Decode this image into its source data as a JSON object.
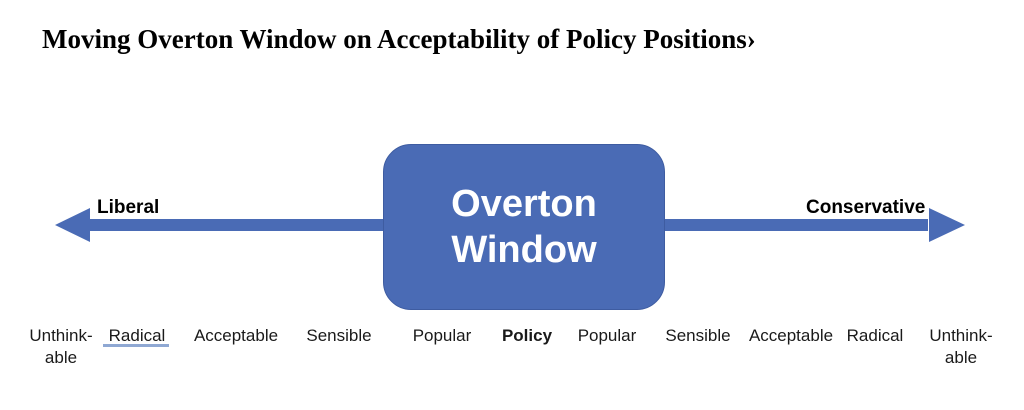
{
  "title": "Moving Overton Window on Acceptability of Policy Positions›",
  "colors": {
    "arrow": "#4a6bb5",
    "box_fill": "#4a6bb5",
    "box_border": "#3e5ca1",
    "box_text": "#ffffff",
    "label_text": "#1a1a1a",
    "underline_accent": "#8fa8d3",
    "background": "#ffffff"
  },
  "box": {
    "line1": "Overton",
    "line2": "Window"
  },
  "directions": {
    "left_label": "Liberal",
    "right_label": "Conservative"
  },
  "icons": {
    "left_arrowhead": "arrow-left-icon",
    "right_arrowhead": "arrow-right-icon"
  },
  "chart_data": {
    "type": "diagram",
    "title": "Moving Overton Window on Acceptability of Policy Positions›",
    "axis_label_left": "Liberal",
    "axis_label_right": "Conservative",
    "center_label": "Overton Window",
    "categories": [
      "Unthink-able",
      "Radical",
      "Acceptable",
      "Sensible",
      "Popular",
      "Policy",
      "Popular",
      "Sensible",
      "Acceptable",
      "Radical",
      "Unthink-able"
    ]
  },
  "scale": [
    {
      "line1": "Unthink-",
      "line2": "able",
      "bold": false,
      "underlined": false,
      "center": 61
    },
    {
      "line1": "Radical",
      "line2": "",
      "bold": false,
      "underlined": true,
      "center": 137
    },
    {
      "line1": "Acceptable",
      "line2": "",
      "bold": false,
      "underlined": false,
      "center": 236
    },
    {
      "line1": "Sensible",
      "line2": "",
      "bold": false,
      "underlined": false,
      "center": 339
    },
    {
      "line1": "Popular",
      "line2": "",
      "bold": false,
      "underlined": false,
      "center": 442
    },
    {
      "line1": "Policy",
      "line2": "",
      "bold": true,
      "underlined": false,
      "center": 527
    },
    {
      "line1": "Popular",
      "line2": "",
      "bold": false,
      "underlined": false,
      "center": 607
    },
    {
      "line1": "Sensible",
      "line2": "",
      "bold": false,
      "underlined": false,
      "center": 698
    },
    {
      "line1": "Acceptable",
      "line2": "",
      "bold": false,
      "underlined": false,
      "center": 791
    },
    {
      "line1": "Radical",
      "line2": "",
      "bold": false,
      "underlined": false,
      "center": 875
    },
    {
      "line1": "Unthink-",
      "line2": "able",
      "bold": false,
      "underlined": false,
      "center": 961
    }
  ]
}
